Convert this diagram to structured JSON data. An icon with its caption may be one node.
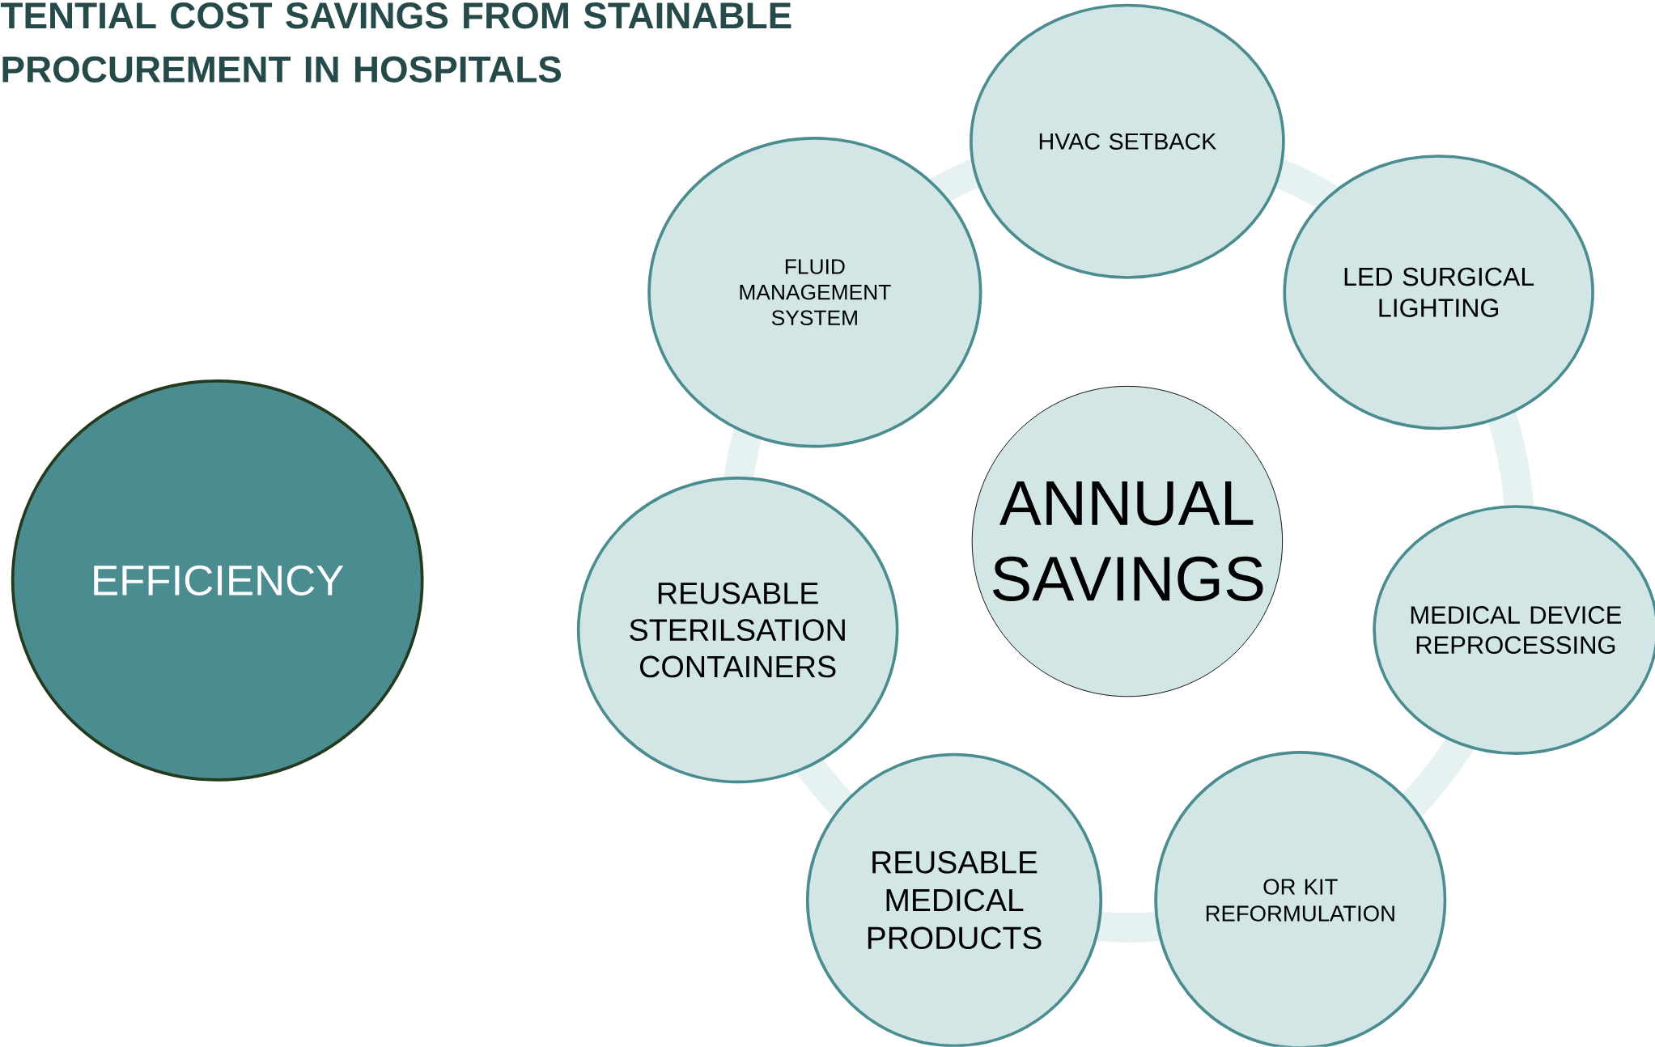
{
  "diagram": {
    "title": "TENTIAL COST SAVINGS FROM STAINABLE PROCUREMENT IN HOSPITALS",
    "nodes": [
      {
        "text": [
          "HVAC SETBACK"
        ]
      },
      {
        "text": [
          "FLUID MANAGEMENT SYSTEM"
        ]
      },
      {
        "text": [
          "LED SURGICAL LIGHTING"
        ]
      },
      {
        "text": [
          "ANNUAL SAVINGS"
        ]
      },
      {
        "text": [
          "EFFICIENCY"
        ]
      },
      {
        "text": [
          "REUSABLE STERILSATION CONTAINERS"
        ]
      },
      {
        "text": [
          "MEDICAL DEVICE REPROCESSING"
        ]
      },
      {
        "text": [
          "REUSABLE MEDICAL PRODUCTS"
        ]
      },
      {
        "text": [
          "OR KIT REFORMULATION"
        ]
      }
    ]
  }
}
